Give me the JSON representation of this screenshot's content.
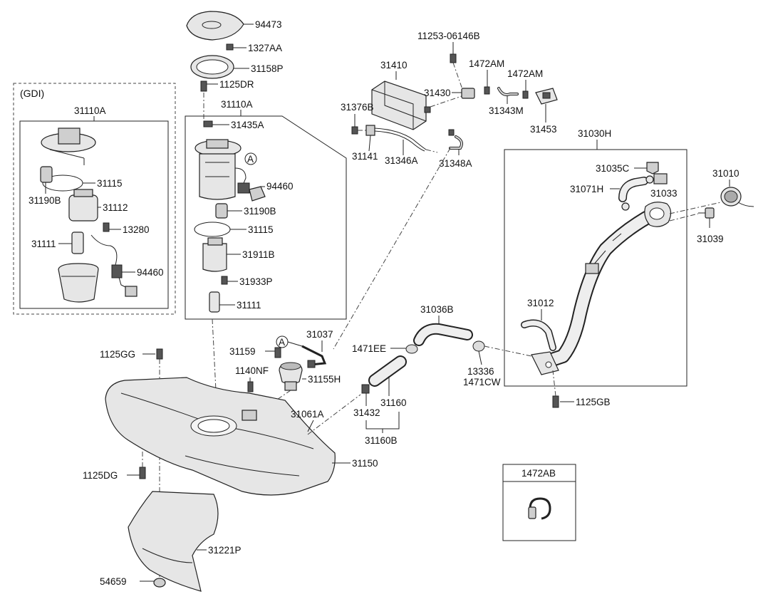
{
  "diagram": {
    "gdi_label": "(GDI)",
    "part_1472AB_title": "1472AB",
    "callout_A": "A",
    "labels": {
      "p94473": "94473",
      "p1327AA": "1327AA",
      "p31158P": "31158P",
      "p1125DR": "1125DR",
      "p31110A_main": "31110A",
      "p31110A_gdi": "31110A",
      "p31435A": "31435A",
      "p94460_main": "94460",
      "p31190B_main": "31190B",
      "p31115_main": "31115",
      "p31911B": "31911B",
      "p31933P": "31933P",
      "p31111_main": "31111",
      "p31115_gdi": "31115",
      "p31190B_gdi": "31190B",
      "p31112": "31112",
      "p13280": "13280",
      "p31111_gdi": "31111",
      "p94460_gdi": "94460",
      "p11253": "11253-06146B",
      "p31410": "31410",
      "p1472AM_a": "1472AM",
      "p1472AM_b": "1472AM",
      "p31430": "31430",
      "p31376B": "31376B",
      "p31343M": "31343M",
      "p31453": "31453",
      "p31141": "31141",
      "p31346A": "31346A",
      "p31348A": "31348A",
      "p31030H": "31030H",
      "p31035C": "31035C",
      "p31010": "31010",
      "p31071H": "31071H",
      "p31033": "31033",
      "p31039": "31039",
      "p31012": "31012",
      "p31036B": "31036B",
      "p31037": "31037",
      "p31159": "31159",
      "p1471EE": "1471EE",
      "p13336": "13336",
      "p1471CW": "1471CW",
      "p1125GG": "1125GG",
      "p1140NF": "1140NF",
      "p31155H": "31155H",
      "p31160": "31160",
      "p31432": "31432",
      "p31061A": "31061A",
      "p31160B": "31160B",
      "p1125GB": "1125GB",
      "p31150": "31150",
      "p1125DG": "1125DG",
      "p31221P": "31221P",
      "p54659": "54659"
    }
  }
}
